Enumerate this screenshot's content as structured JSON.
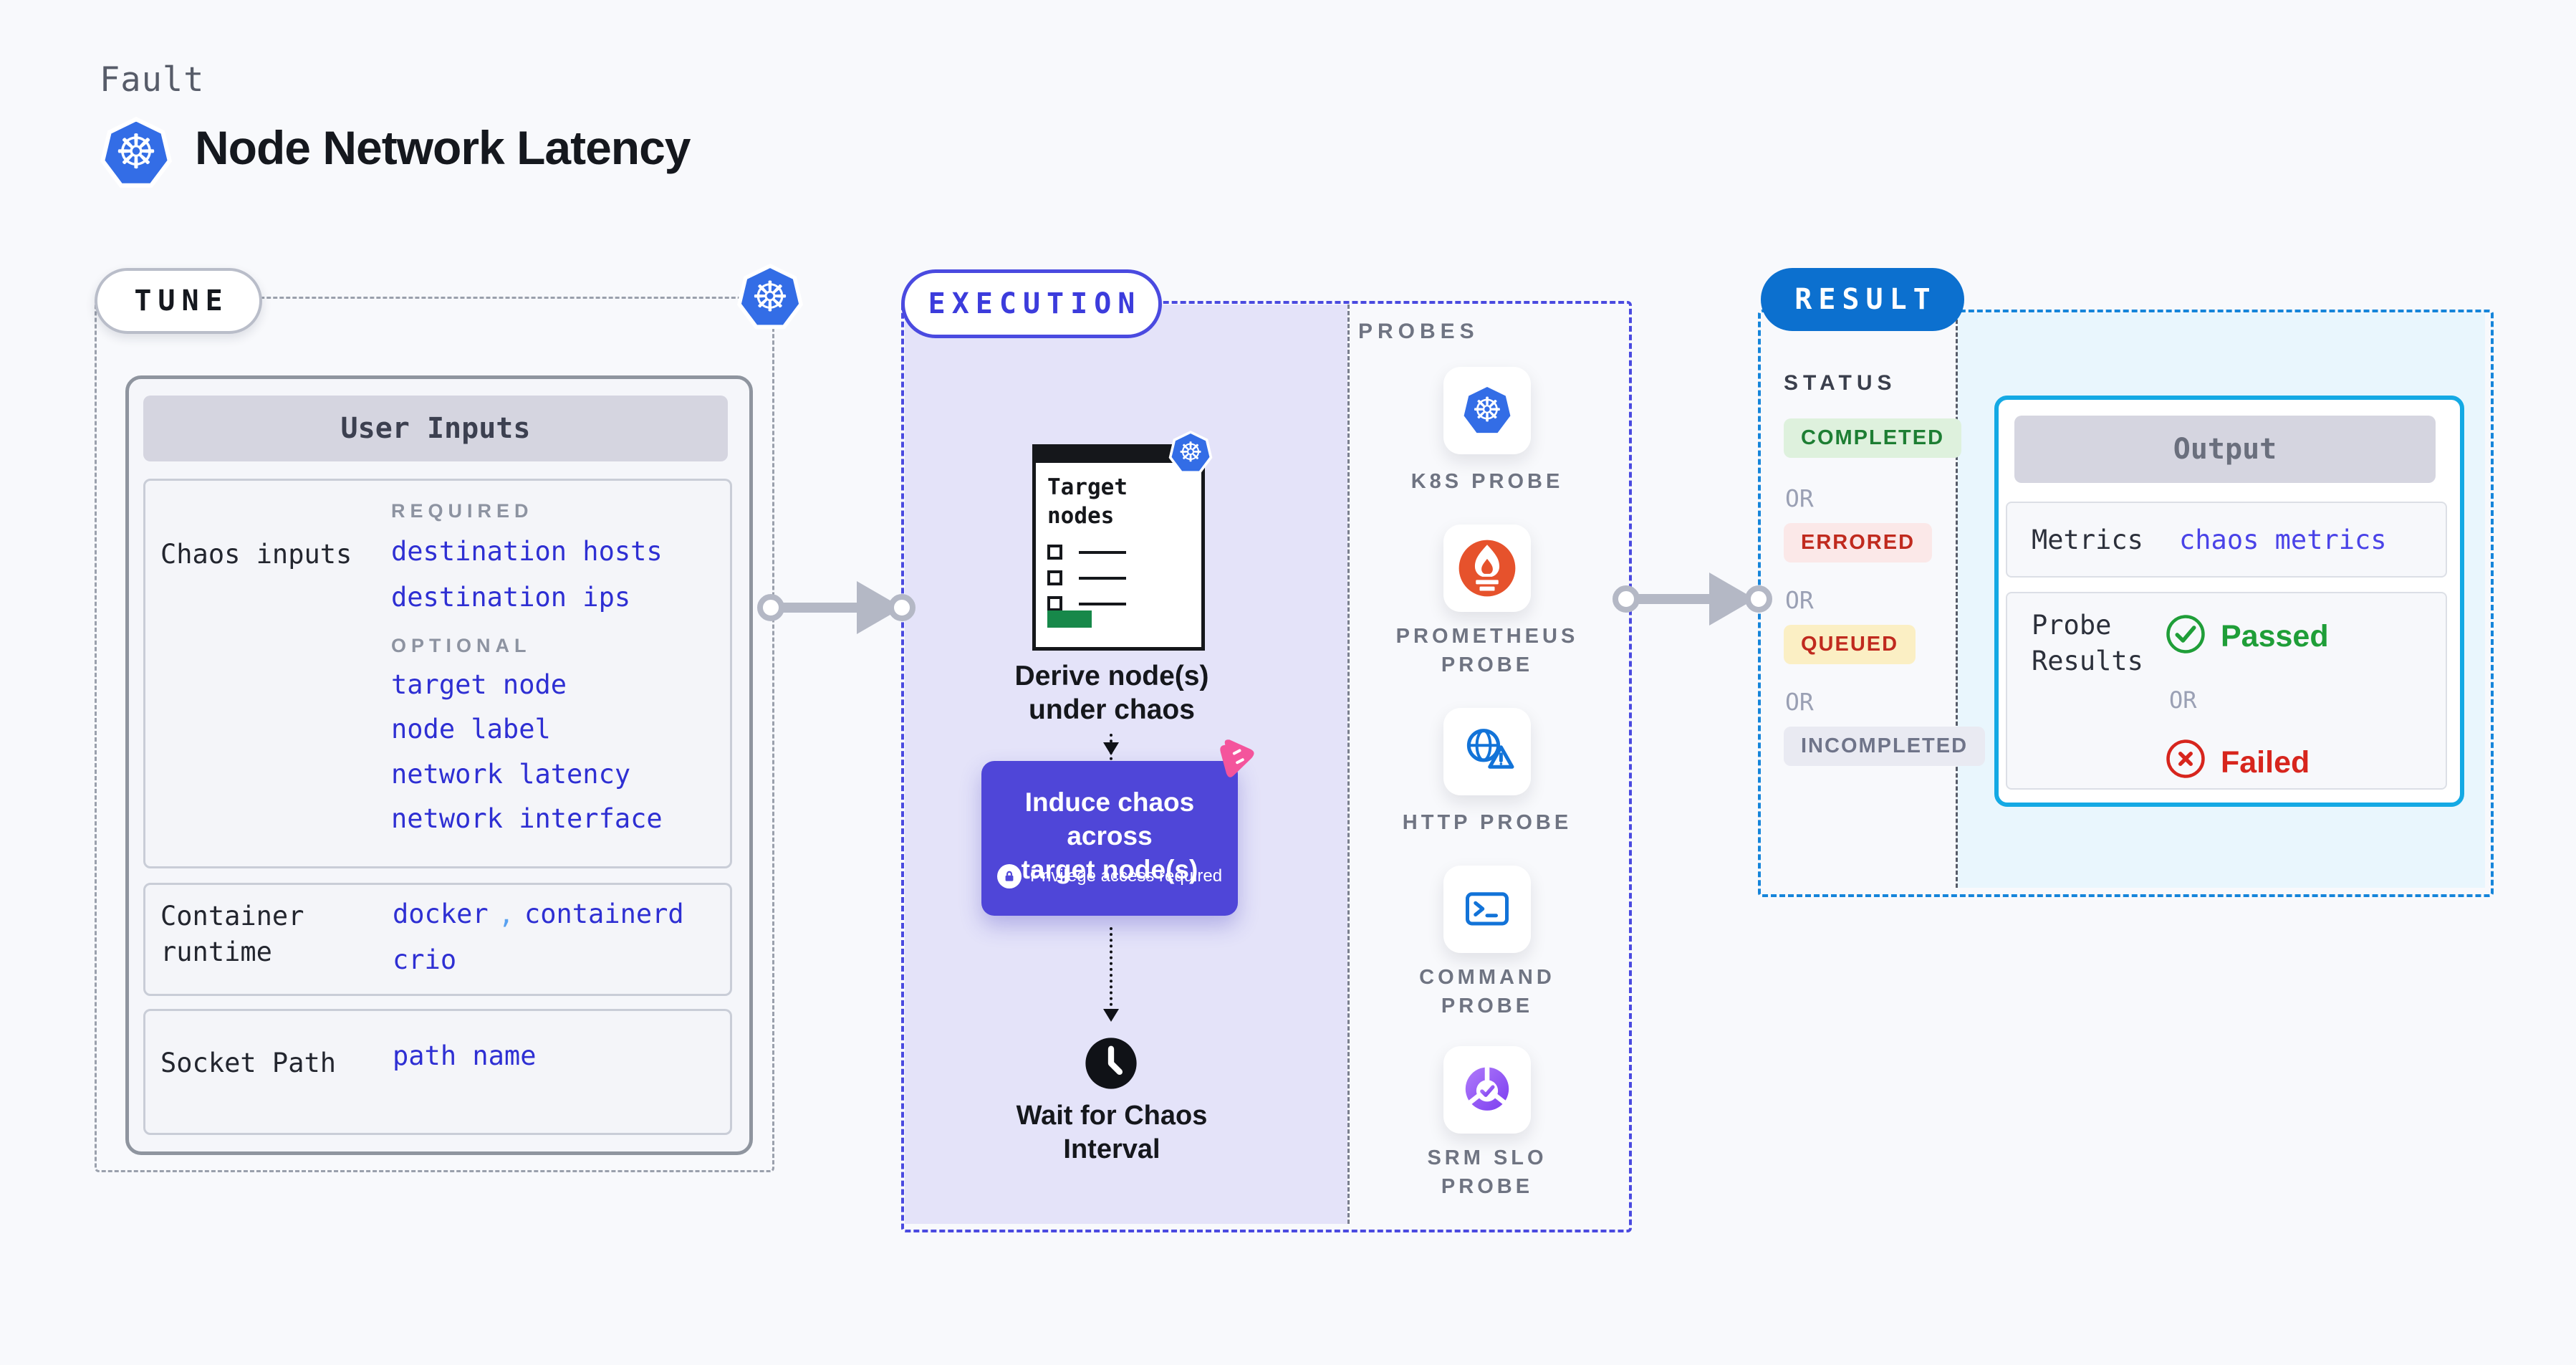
{
  "colors": {
    "page_bg": "#f8f9fc",
    "k8s_blue": "#336de6",
    "text_dark": "#15181e",
    "eyebrow_gray": "#575c69",
    "link_blue": "#2e2fd3",
    "comma_blue": "#58a1f1",
    "muted_gray": "#8d93a1",
    "card_border": "#8f959f",
    "card_bg": "#f5f6fa",
    "section_border": "#c9cdd7",
    "header_fill": "#d5d5e0",
    "header_text": "#3c4050",
    "dash_gray": "#9aa0ac",
    "arrow_gray": "#b4b8c5",
    "indigo": "#4a4ae0",
    "indigo_text": "#3c3cdc",
    "lavender": "#e4e3f9",
    "divider_gray": "#7a7f8e",
    "probe_label": "#6f7482",
    "window_ink": "#15171b",
    "window_green": "#17884a",
    "induce_bg": "#4f46d8",
    "litmus_pink": "#f4549c",
    "prometheus_orange": "#e6522c",
    "probe_icon_blue": "#1273d8",
    "result_badge": "#0c70cf",
    "result_dash": "#1685da",
    "cyan_border": "#14a9e4",
    "cyan_bg": "#e9f6fd",
    "status_text": "#3a3f4c",
    "or_gray": "#9aa0b4",
    "completed_bg": "#def1dd",
    "completed_text": "#1d7e33",
    "errored_bg": "#fbe8e8",
    "errored_text": "#c02a1e",
    "queued_bg": "#fbefc4",
    "queued_text": "#c02a1e",
    "incompleted_bg": "#e9eaf2",
    "incompleted_text": "#6f7489",
    "passed_green": "#1f9e38",
    "failed_red": "#d7251d"
  },
  "header": {
    "eyebrow": "Fault",
    "title": "Node Network Latency"
  },
  "tune": {
    "badge": "TUNE",
    "card_title": "User Inputs",
    "chaos_inputs": {
      "label": "Chaos inputs",
      "required_heading": "REQUIRED",
      "required_links": [
        "destination hosts",
        "destination ips"
      ],
      "optional_heading": "OPTIONAL",
      "optional_links": [
        "target node",
        "node label",
        "network latency",
        "network interface"
      ]
    },
    "container_runtime": {
      "label": "Container runtime",
      "separator": ",",
      "values": [
        "docker",
        "containerd",
        "crio"
      ]
    },
    "socket_path": {
      "label": "Socket Path",
      "value": "path name"
    }
  },
  "execution": {
    "badge": "EXECUTION",
    "window_title": "Target nodes",
    "derive_line1": "Derive node(s)",
    "derive_line2": "under chaos",
    "induce_line1": "Induce chaos across",
    "induce_line2": "target node(s)",
    "privilege_note": "Privilege access required",
    "wait_line1": "Wait for Chaos",
    "wait_line2": "Interval"
  },
  "probes": {
    "label": "PROBES",
    "items": [
      {
        "name": "K8S PROBE",
        "icon": "kubernetes-icon"
      },
      {
        "name": "PROMETHEUS PROBE",
        "icon": "prometheus-icon"
      },
      {
        "name": "HTTP PROBE",
        "icon": "http-probe-icon"
      },
      {
        "name": "COMMAND PROBE",
        "icon": "command-probe-icon"
      },
      {
        "name": "SRM SLO PROBE",
        "icon": "srm-slo-probe-icon"
      }
    ]
  },
  "result": {
    "badge": "RESULT",
    "status_label": "STATUS",
    "or_label": "OR",
    "statuses": [
      "COMPLETED",
      "ERRORED",
      "QUEUED",
      "INCOMPLETED"
    ],
    "output": {
      "title": "Output",
      "metrics_label": "Metrics",
      "metrics_value": "chaos metrics",
      "probe_results_label": "Probe Results",
      "passed_label": "Passed",
      "failed_label": "Failed"
    }
  }
}
